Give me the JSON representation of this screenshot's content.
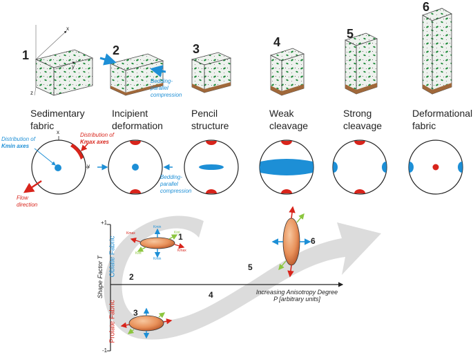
{
  "stages": [
    {
      "number": "1",
      "label_line1": "Sedimentary",
      "label_line2": "fabric"
    },
    {
      "number": "2",
      "label_line1": "Incipient",
      "label_line2": "deformation"
    },
    {
      "number": "3",
      "label_line1": "Pencil",
      "label_line2": "structure"
    },
    {
      "number": "4",
      "label_line1": "Weak",
      "label_line2": "cleavage"
    },
    {
      "number": "5",
      "label_line1": "Strong",
      "label_line2": "cleavage"
    },
    {
      "number": "6",
      "label_line1": "Deformational",
      "label_line2": "fabric"
    }
  ],
  "block_axes": {
    "x": "x",
    "y": "y",
    "z": "z"
  },
  "block2_annotation": [
    "Bedding-",
    "parallel",
    "compression"
  ],
  "stereo_axes": {
    "x": "x",
    "y": "y"
  },
  "stereo_annotations": {
    "kmin": [
      "Distribution of",
      "Kmin axes"
    ],
    "kmax": [
      "Distribution of",
      "Kmax axes"
    ],
    "flow": [
      "Flow",
      "direction"
    ],
    "compression": [
      "Bedding-",
      "parallel",
      "compression"
    ]
  },
  "plot": {
    "y_label": "Shape Factor T",
    "y_top": "+1",
    "y_bottom": "-1",
    "x_label_line1": "Increasing Anisotropy Degree",
    "x_label_line2": "P [arbitrary units]",
    "oblate_label": "Oblate Fabric",
    "prolate_label": "Prolate Fabric",
    "path_numbers": [
      "1",
      "2",
      "3",
      "4",
      "5",
      "6"
    ],
    "axis_tags": {
      "kmax": "Kmax",
      "kmin": "Kmin",
      "kint": "Kint"
    }
  },
  "colors": {
    "kmin_blue": "#1d8fd6",
    "kmax_red": "#d8241b",
    "kint_green": "#8cc63f",
    "block_green": "#1f8a3a",
    "block_brown": "#a0683a",
    "arrow_gray": "#dcdcdc",
    "ellipsoid_orange": "#e8915a"
  }
}
